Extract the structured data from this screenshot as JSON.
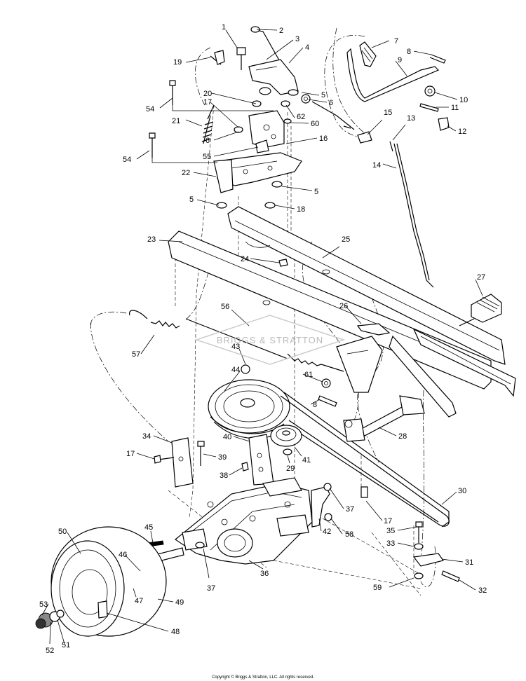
{
  "watermark": "BRIGGS & STRATTON",
  "copyright": "Copyright © Briggs & Stratton, LLC. All rights reserved.",
  "callouts": [
    {
      "id": "c1",
      "label": "1"
    },
    {
      "id": "c2",
      "label": "2"
    },
    {
      "id": "c3",
      "label": "3"
    },
    {
      "id": "c4",
      "label": "4"
    },
    {
      "id": "c7",
      "label": "7"
    },
    {
      "id": "c8a",
      "label": "8"
    },
    {
      "id": "c9",
      "label": "9"
    },
    {
      "id": "c19",
      "label": "19"
    },
    {
      "id": "c5a",
      "label": "5"
    },
    {
      "id": "c6a",
      "label": "6"
    },
    {
      "id": "c10",
      "label": "10"
    },
    {
      "id": "c20",
      "label": "20"
    },
    {
      "id": "c62",
      "label": "62"
    },
    {
      "id": "c11",
      "label": "11"
    },
    {
      "id": "c54a",
      "label": "54"
    },
    {
      "id": "c17a",
      "label": "17"
    },
    {
      "id": "c15",
      "label": "15"
    },
    {
      "id": "c13",
      "label": "13"
    },
    {
      "id": "c12",
      "label": "12"
    },
    {
      "id": "c21",
      "label": "21"
    },
    {
      "id": "c60",
      "label": "60"
    },
    {
      "id": "c6b",
      "label": "6"
    },
    {
      "id": "c16",
      "label": "16"
    },
    {
      "id": "c55",
      "label": "55"
    },
    {
      "id": "c54b",
      "label": "54"
    },
    {
      "id": "c14",
      "label": "14"
    },
    {
      "id": "c22",
      "label": "22"
    },
    {
      "id": "c5b",
      "label": "5"
    },
    {
      "id": "c5c",
      "label": "5"
    },
    {
      "id": "c18",
      "label": "18"
    },
    {
      "id": "c23",
      "label": "23"
    },
    {
      "id": "c25",
      "label": "25"
    },
    {
      "id": "c24",
      "label": "24"
    },
    {
      "id": "c27",
      "label": "27"
    },
    {
      "id": "c56",
      "label": "56"
    },
    {
      "id": "c26",
      "label": "26"
    },
    {
      "id": "c57",
      "label": "57"
    },
    {
      "id": "c43",
      "label": "43"
    },
    {
      "id": "c44",
      "label": "44"
    },
    {
      "id": "c61",
      "label": "61"
    },
    {
      "id": "c8b",
      "label": "8"
    },
    {
      "id": "c28",
      "label": "28"
    },
    {
      "id": "c34",
      "label": "34"
    },
    {
      "id": "c40",
      "label": "40"
    },
    {
      "id": "c17b",
      "label": "17"
    },
    {
      "id": "c39",
      "label": "39"
    },
    {
      "id": "c29",
      "label": "29"
    },
    {
      "id": "c41",
      "label": "41"
    },
    {
      "id": "c38",
      "label": "38"
    },
    {
      "id": "c30",
      "label": "30"
    },
    {
      "id": "c37a",
      "label": "37"
    },
    {
      "id": "c17c",
      "label": "17"
    },
    {
      "id": "c45",
      "label": "45"
    },
    {
      "id": "c42",
      "label": "42"
    },
    {
      "id": "c58",
      "label": "58"
    },
    {
      "id": "c35",
      "label": "35"
    },
    {
      "id": "c50",
      "label": "50"
    },
    {
      "id": "c33",
      "label": "33"
    },
    {
      "id": "c46",
      "label": "46"
    },
    {
      "id": "c31",
      "label": "31"
    },
    {
      "id": "c47",
      "label": "47"
    },
    {
      "id": "c37b",
      "label": "37"
    },
    {
      "id": "c36",
      "label": "36"
    },
    {
      "id": "c59",
      "label": "59"
    },
    {
      "id": "c32",
      "label": "32"
    },
    {
      "id": "c49",
      "label": "49"
    },
    {
      "id": "c53",
      "label": "53"
    },
    {
      "id": "c48",
      "label": "48"
    },
    {
      "id": "c52",
      "label": "52"
    },
    {
      "id": "c51",
      "label": "51"
    }
  ]
}
